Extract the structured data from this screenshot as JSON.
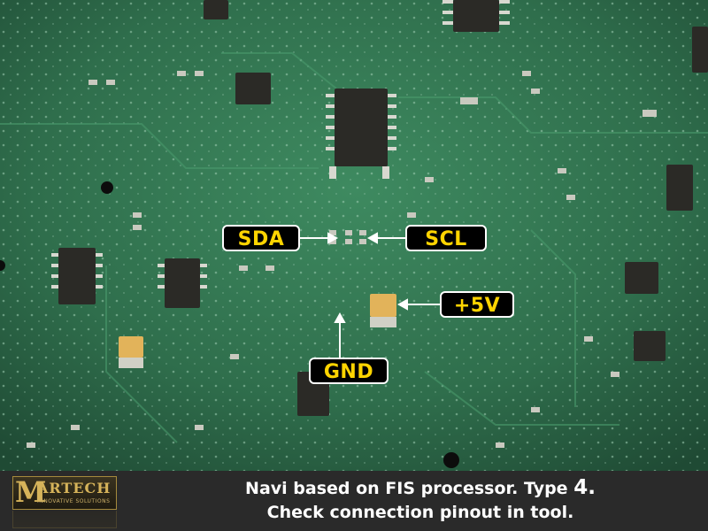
{
  "labels": {
    "sda": "SDA",
    "scl": "SCL",
    "plus5v": "+5V",
    "gnd": "GND"
  },
  "caption": {
    "line1_prefix": "Navi based on FIS processor. Type ",
    "line1_number": "4.",
    "line2": "Check connection pinout in tool."
  },
  "logo": {
    "initial": "M",
    "name": "ARTECH",
    "tagline": "INNOVATIVE SOLUTIONS"
  },
  "colors": {
    "label_text": "#ffd400",
    "pcb_green": "#2f6e4c",
    "footer": "#2a2a2a"
  }
}
